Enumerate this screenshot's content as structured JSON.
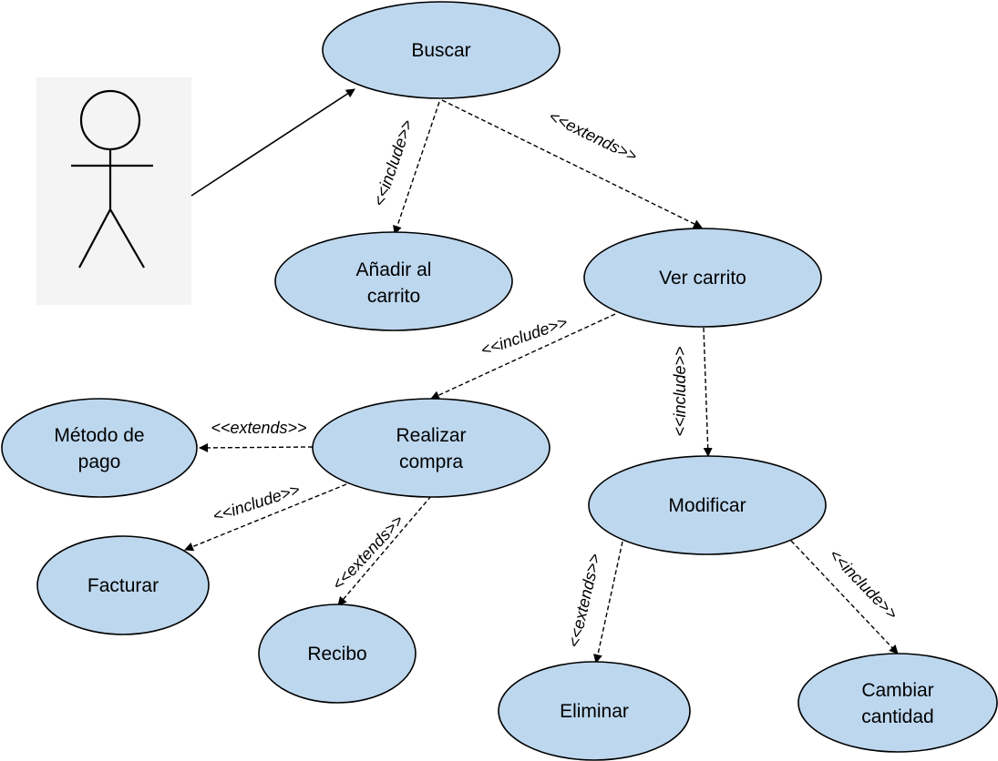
{
  "actor": {
    "label": ""
  },
  "use_cases": {
    "buscar": [
      "Buscar"
    ],
    "anadir": [
      "Añadir al",
      "carrito"
    ],
    "ver_carrito": [
      "Ver carrito"
    ],
    "realizar_compra": [
      "Realizar",
      "compra"
    ],
    "metodo_pago": [
      "Método de",
      "pago"
    ],
    "facturar": [
      "Facturar"
    ],
    "recibo": [
      "Recibo"
    ],
    "modificar": [
      "Modificar"
    ],
    "eliminar": [
      "Eliminar"
    ],
    "cambiar_cantidad": [
      "Cambiar",
      "cantidad"
    ]
  },
  "relations": {
    "buscar_anadir": "<<include>>",
    "buscar_ver": "<<extends>>",
    "ver_realizar": "<<include>>",
    "ver_modificar": "<<include>>",
    "realizar_metodo": "<<extends>>",
    "realizar_facturar": "<<include>>",
    "realizar_recibo": "<<extends>>",
    "modificar_eliminar": "<<extends>>",
    "modificar_cambiar": "<<include>>"
  },
  "colors": {
    "use_case_fill": "#bdd7ee",
    "stroke": "#000000",
    "background": "#ffffff"
  }
}
